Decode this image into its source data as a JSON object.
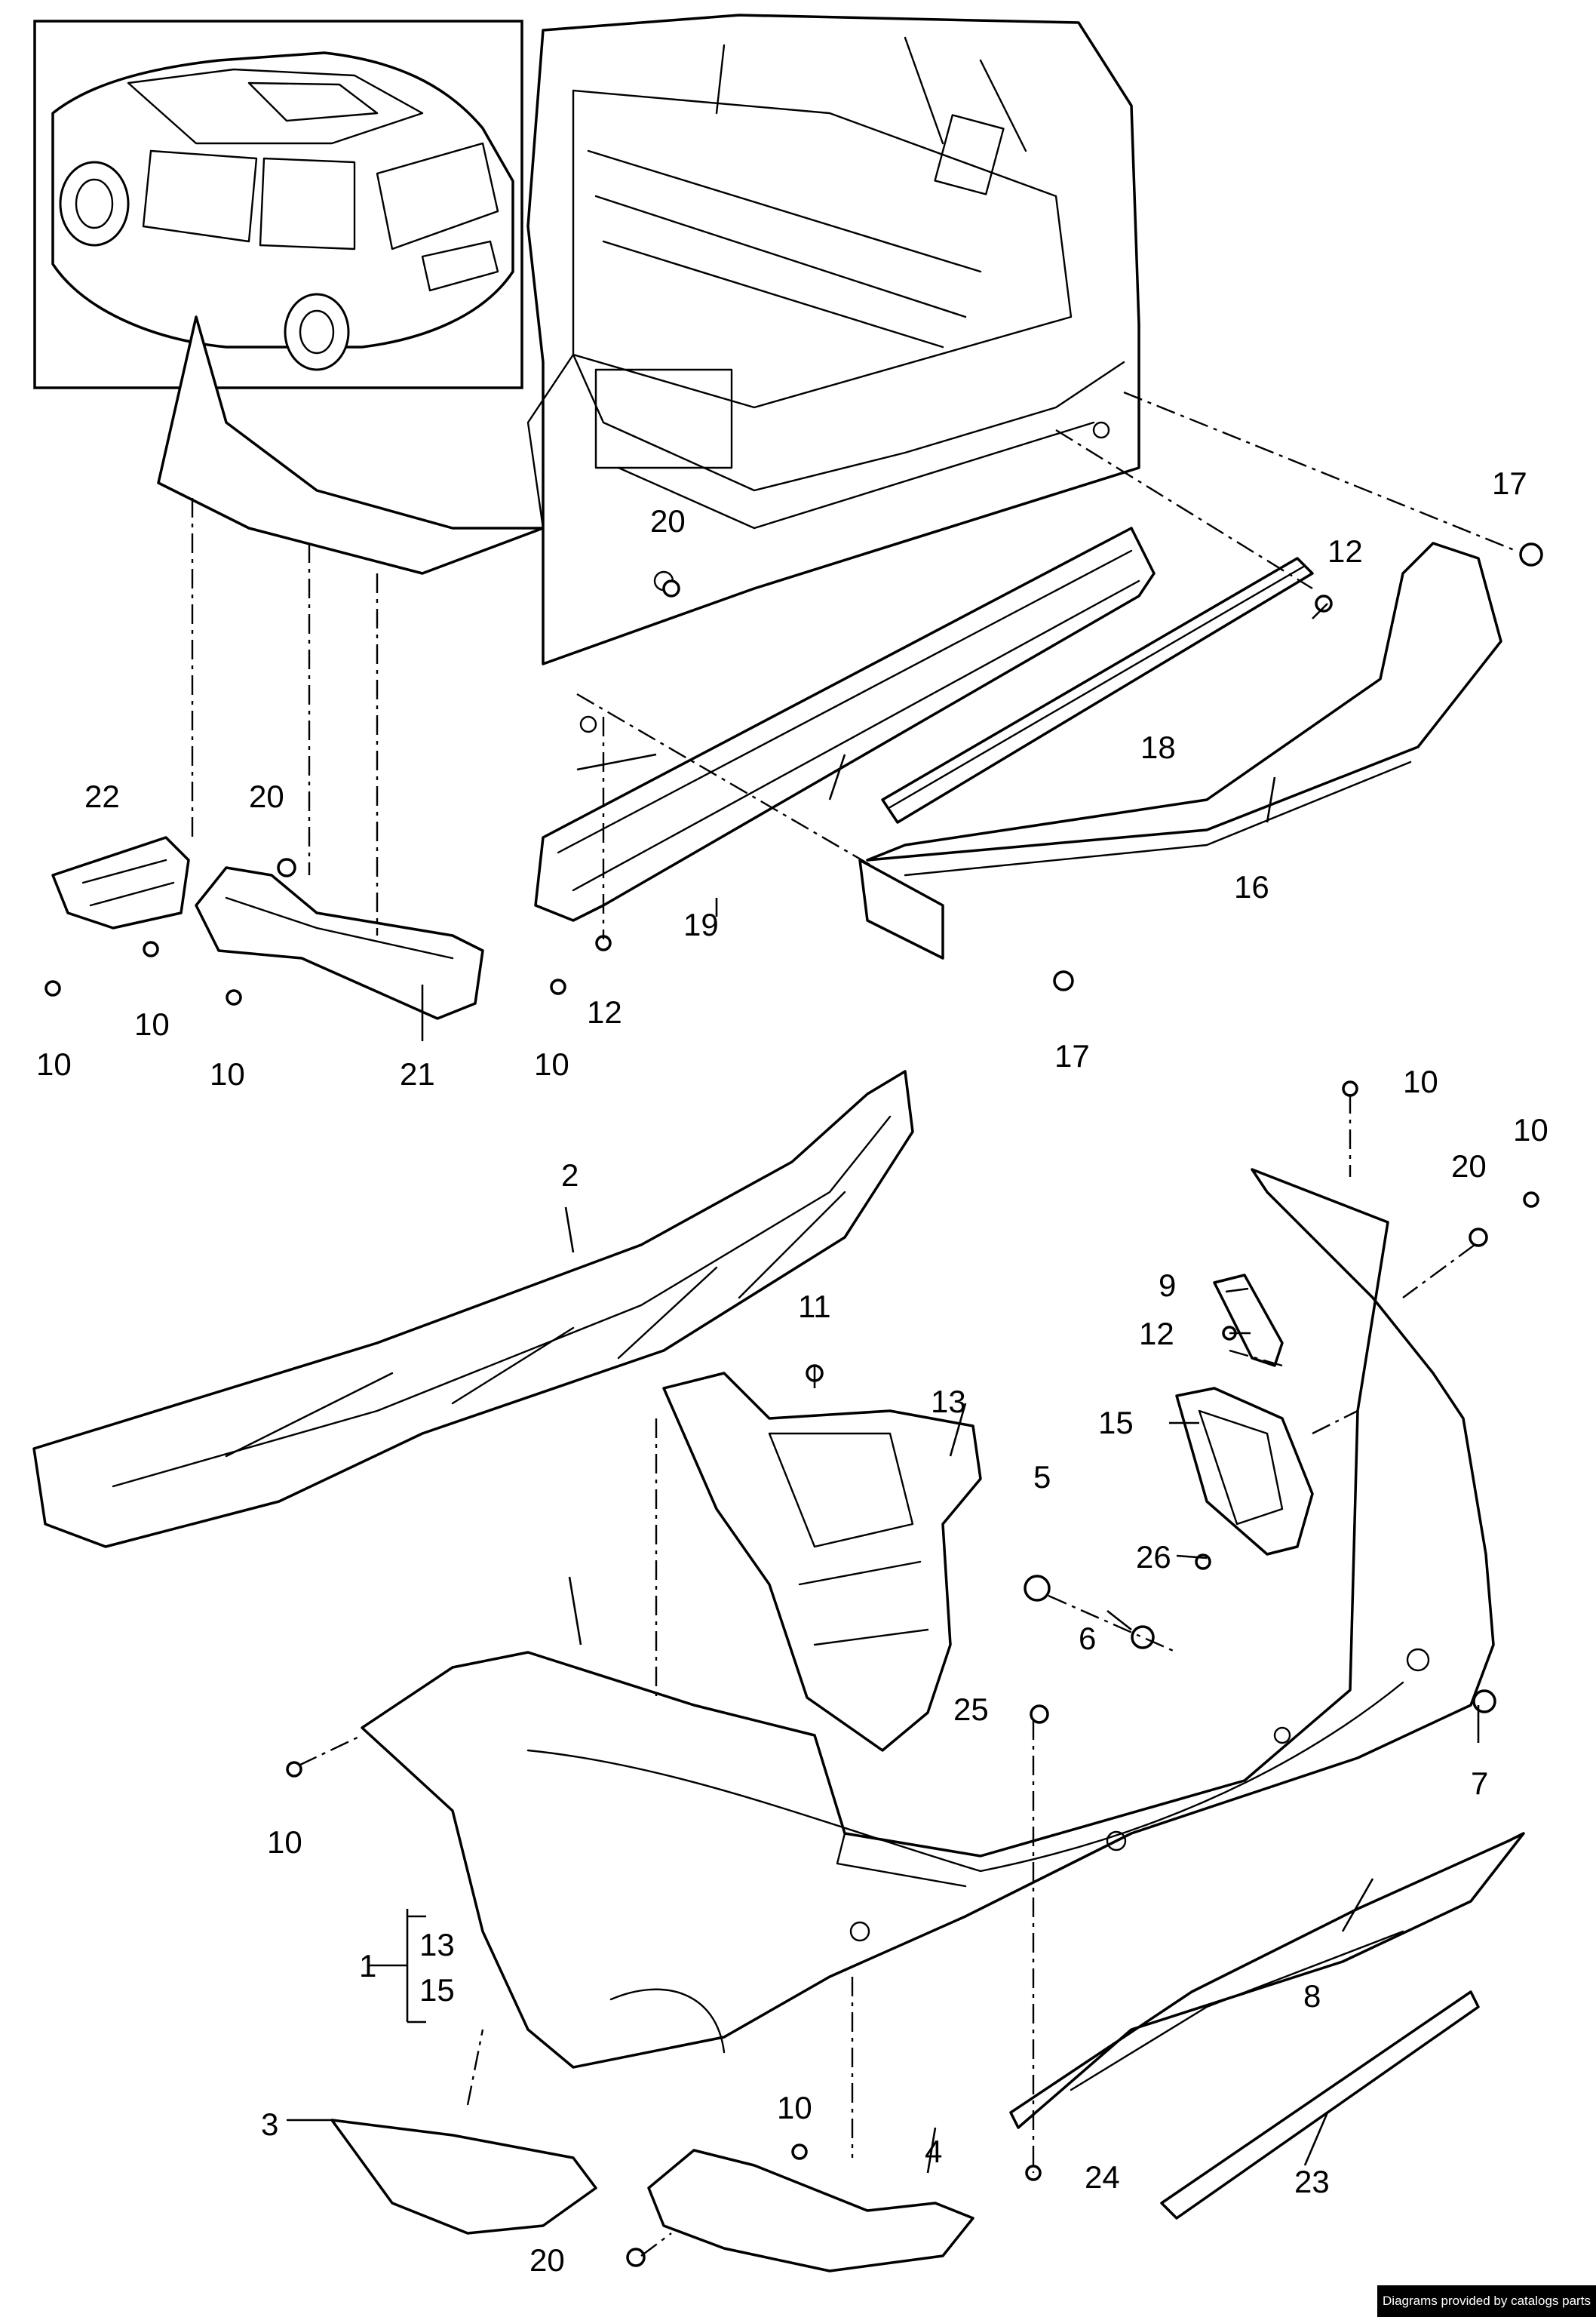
{
  "callouts": {
    "c1": "1",
    "c1a": "13",
    "c1b": "15",
    "c2": "2",
    "c3": "3",
    "c4": "4",
    "c5": "5",
    "c6": "6",
    "c7": "7",
    "c8": "8",
    "c9": "9",
    "c10a": "10",
    "c10b": "10",
    "c10c": "10",
    "c10d": "10",
    "c10e": "10",
    "c10f": "10",
    "c10g": "10",
    "c10h": "10",
    "c11": "11",
    "c12a": "12",
    "c12b": "12",
    "c12c": "12",
    "c13": "13",
    "c15": "15",
    "c16": "16",
    "c17a": "17",
    "c17b": "17",
    "c18": "18",
    "c19": "19",
    "c20a": "20",
    "c20b": "20",
    "c20c": "20",
    "c20d": "20",
    "c21": "21",
    "c22": "22",
    "c23": "23",
    "c24": "24",
    "c25": "25",
    "c26": "26"
  },
  "footer": {
    "credit": "Diagrams provided by catalogs parts"
  }
}
